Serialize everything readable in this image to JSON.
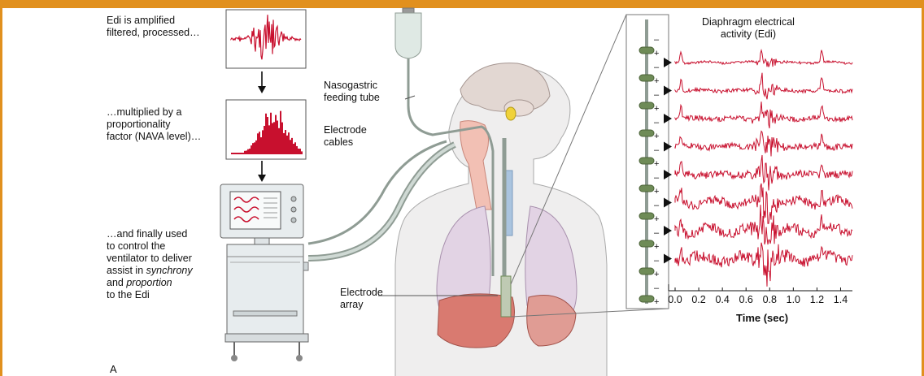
{
  "labels": {
    "step1": "Edi is amplified\nfiltered, processed…",
    "step2": "…multiplied by a\nproportionality\nfactor (NAVA level)…",
    "step3_pre": "…and finally used\nto control the\nventilator to deliver\nassist in ",
    "step3_sync": "synchrony",
    "step3_and": "\nand ",
    "step3_prop": "proportion",
    "step3_post": "\nto the Edi",
    "nasogastric": "Nasogastric\nfeeding tube",
    "electrode_cables": "Electrode\ncables",
    "electrode_array": "Electrode\narray",
    "edi_title": "Diaphragm electrical\nactivity (Edi)",
    "x_axis_label": "Time (sec)",
    "panel_letter": "A"
  },
  "electrode_signs": [
    "–",
    "+",
    "–",
    "+",
    "–",
    "+",
    "–",
    "+",
    "–",
    "+",
    "–",
    "+",
    "–",
    "+",
    "–",
    "+",
    "–",
    "+",
    "–",
    "+"
  ],
  "chart_data": {
    "type": "line",
    "xlabel": "Time (sec)",
    "ylabel": "",
    "x_ticks": [
      "0.0",
      "0.2",
      "0.4",
      "0.6",
      "0.8",
      "1.0",
      "1.2",
      "1.4"
    ],
    "xlim": [
      0.0,
      1.5
    ],
    "channels": 8,
    "title": "Diaphragm electrical\nactivity (Edi)"
  },
  "colors": {
    "accent_orange": "#e1901e",
    "signal_red": "#c8102e",
    "tube_gray": "#8f9c94",
    "electrode_green": "#6e8b57"
  }
}
